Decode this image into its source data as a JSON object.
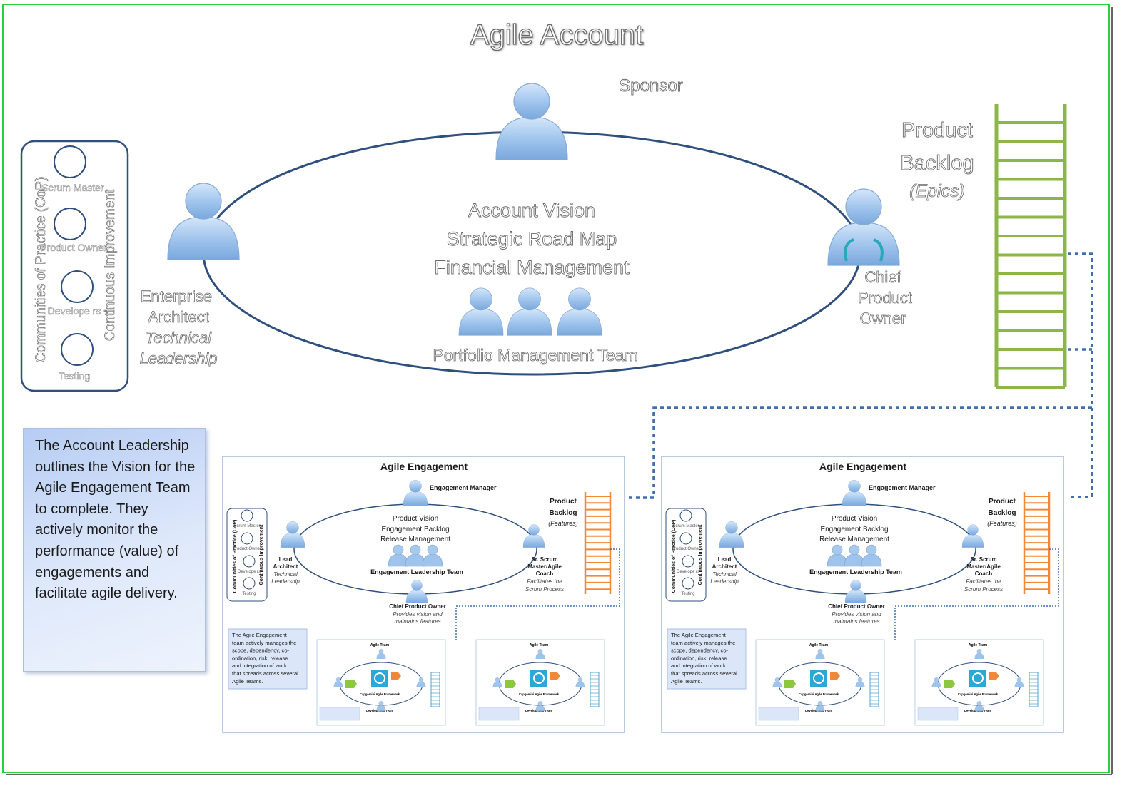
{
  "title": "Agile Account",
  "sponsor_label": "Sponsor",
  "cop": {
    "title": "Communities of Practice (CoP)",
    "subtitle": "Continuous Improvement",
    "items": [
      "Scrum Master",
      "Product Owner",
      "Develope rs",
      "Testing"
    ]
  },
  "enterprise_architect": {
    "line1": "Enterprise",
    "line2": "Architect",
    "line3": "Technical",
    "line4": "Leadership"
  },
  "center": {
    "line1": "Account Vision",
    "line2": "Strategic Road Map",
    "line3": "Financial Management"
  },
  "team_label": "Portfolio Management Team",
  "chief_product_owner": {
    "line1": "Chief",
    "line2": "Product",
    "line3": "Owner"
  },
  "product_backlog": {
    "line1": "Product",
    "line2": "Backlog",
    "line3": "(Epics)"
  },
  "description": "The Account Leadership outlines the Vision for the Agile Engagement Team to complete. They actively monitor the performance (value) of engagements and facilitate agile delivery.",
  "engagements": [
    {
      "title": "Agile Engagement",
      "manager": "Engagement Manager",
      "center1": "Product Vision",
      "center2": "Engagement Backlog",
      "center3": "Release Management",
      "team": "Engagement Leadership Team",
      "lead1": "Lead",
      "lead2": "Architect",
      "lead3": "Technical",
      "lead4": "Leadership",
      "sm1": "Sr. Scrum",
      "sm2": "Master/Agile",
      "sm3": "Coach",
      "sm4": "Facilitates the",
      "sm5": "Scrum Process",
      "cpo": "Chief Product Owner",
      "cpo2": "Provides vision and",
      "cpo3": "maintains features",
      "pb1": "Product",
      "pb2": "Backlog",
      "pb3": "(Features)",
      "cop_title": "Communities of Practice (CoP)",
      "cop_sub": "Continuous Improvement",
      "cop_items": [
        "Scrum Master",
        "Product Owner",
        "Develope rs",
        "Testing"
      ],
      "desc": [
        "The Agile Engagement",
        "team actively manages the",
        "scope, dependency, co-",
        "ordination, risk, release",
        "and integration of work",
        "that spreads across several",
        "Agile Teams."
      ],
      "mini": {
        "team": "Agile Team",
        "framework": "Capgemini Agile Framework",
        "dev": "Development Team"
      }
    },
    {
      "title": "Agile Engagement",
      "manager": "Engagement Manager",
      "center1": "Product Vision",
      "center2": "Engagement Backlog",
      "center3": "Release Management",
      "team": "Engagement Leadership Team",
      "lead1": "Lead",
      "lead2": "Architect",
      "lead3": "Technical",
      "lead4": "Leadership",
      "sm1": "Sr. Scrum",
      "sm2": "Master/Agile",
      "sm3": "Coach",
      "sm4": "Facilitates the",
      "sm5": "Scrum Process",
      "cpo": "Chief Product Owner",
      "cpo2": "Provides vision and",
      "cpo3": "maintains features",
      "pb1": "Product",
      "pb2": "Backlog",
      "pb3": "(Features)",
      "cop_title": "Communities of Practice (CoP)",
      "cop_sub": "Continuous Improvement",
      "cop_items": [
        "Scrum Master",
        "Product Owner",
        "Develope rs",
        "Testing"
      ],
      "desc": [
        "The Agile Engagement",
        "team actively manages the",
        "scope, dependency, co-",
        "ordination, risk, release",
        "and integration of work",
        "that spreads across several",
        "Agile Teams."
      ],
      "mini": {
        "team": "Agile Team",
        "framework": "Capgemini Agile Framework",
        "dev": "Development Team"
      }
    }
  ],
  "colors": {
    "accent_green": "#2ecc40",
    "ellipse": "#2f4f7f",
    "backlog_green": "#8db64a",
    "backlog_orange": "#f0883a",
    "dotted_blue": "#3f6fb0",
    "person_blue": "#9ec3ec"
  }
}
